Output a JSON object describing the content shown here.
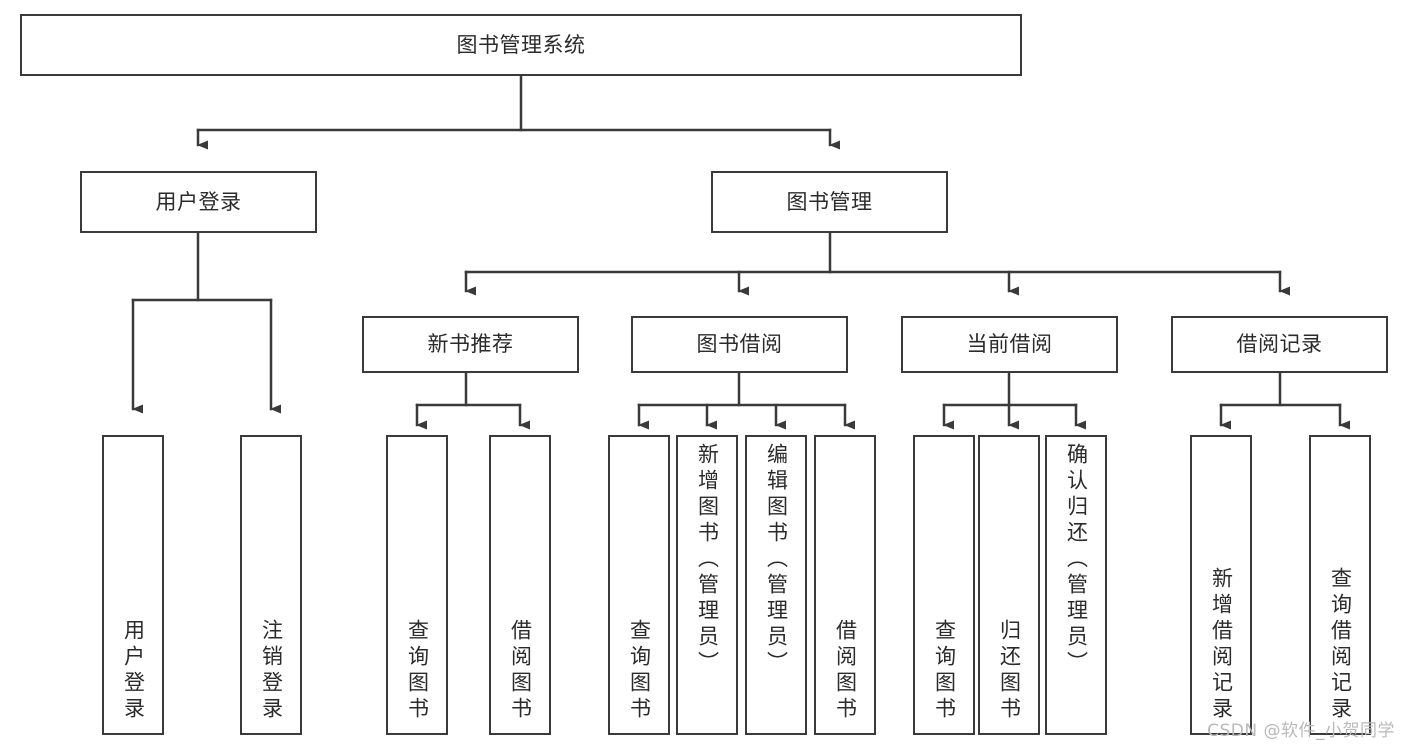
{
  "diagram": {
    "title": "图书管理系统",
    "type": "tree-hierarchy",
    "watermark": "CSDN @软件_小贺同学",
    "colors": {
      "background": "#ffffff",
      "node_border": "#3a3a3a",
      "node_fill": "#ffffff",
      "text": "#2b2b2b",
      "edge": "#3a3a3a",
      "watermark": "#b9b9b9"
    },
    "nodes": {
      "root": {
        "label": "图书管理系统"
      },
      "level2": [
        {
          "id": "user_login",
          "label": "用户登录"
        },
        {
          "id": "book_manage",
          "label": "图书管理"
        }
      ],
      "level3": [
        {
          "id": "new_book_rec",
          "label": "新书推荐"
        },
        {
          "id": "book_borrow",
          "label": "图书借阅"
        },
        {
          "id": "current_borrow",
          "label": "当前借阅"
        },
        {
          "id": "borrow_record",
          "label": "借阅记录"
        }
      ],
      "leaves": {
        "user_login": [
          {
            "id": "leaf_user_login",
            "label": "用户登录",
            "align": "bottom"
          },
          {
            "id": "leaf_user_logout",
            "label": "注销登录",
            "align": "bottom"
          }
        ],
        "new_book_rec": [
          {
            "id": "leaf_query_book_1",
            "label": "查询图书",
            "align": "bottom"
          },
          {
            "id": "leaf_borrow_book_1",
            "label": "借阅图书",
            "align": "bottom"
          }
        ],
        "book_borrow": [
          {
            "id": "leaf_query_book_2",
            "label": "查询图书",
            "align": "bottom"
          },
          {
            "id": "leaf_add_book",
            "label": "新增图书（管理员）",
            "align": "top"
          },
          {
            "id": "leaf_edit_book",
            "label": "编辑图书（管理员）",
            "align": "top"
          },
          {
            "id": "leaf_borrow_book_2",
            "label": "借阅图书",
            "align": "bottom"
          }
        ],
        "current_borrow": [
          {
            "id": "leaf_query_book_3",
            "label": "查询图书",
            "align": "bottom"
          },
          {
            "id": "leaf_return_book",
            "label": "归还图书",
            "align": "bottom"
          },
          {
            "id": "leaf_confirm_return",
            "label": "确认归还（管理员）",
            "align": "top"
          }
        ],
        "borrow_record": [
          {
            "id": "leaf_add_record",
            "label": "新增借阅记录",
            "align": "bottom"
          },
          {
            "id": "leaf_query_record",
            "label": "查询借阅记录",
            "align": "bottom"
          }
        ]
      }
    }
  }
}
